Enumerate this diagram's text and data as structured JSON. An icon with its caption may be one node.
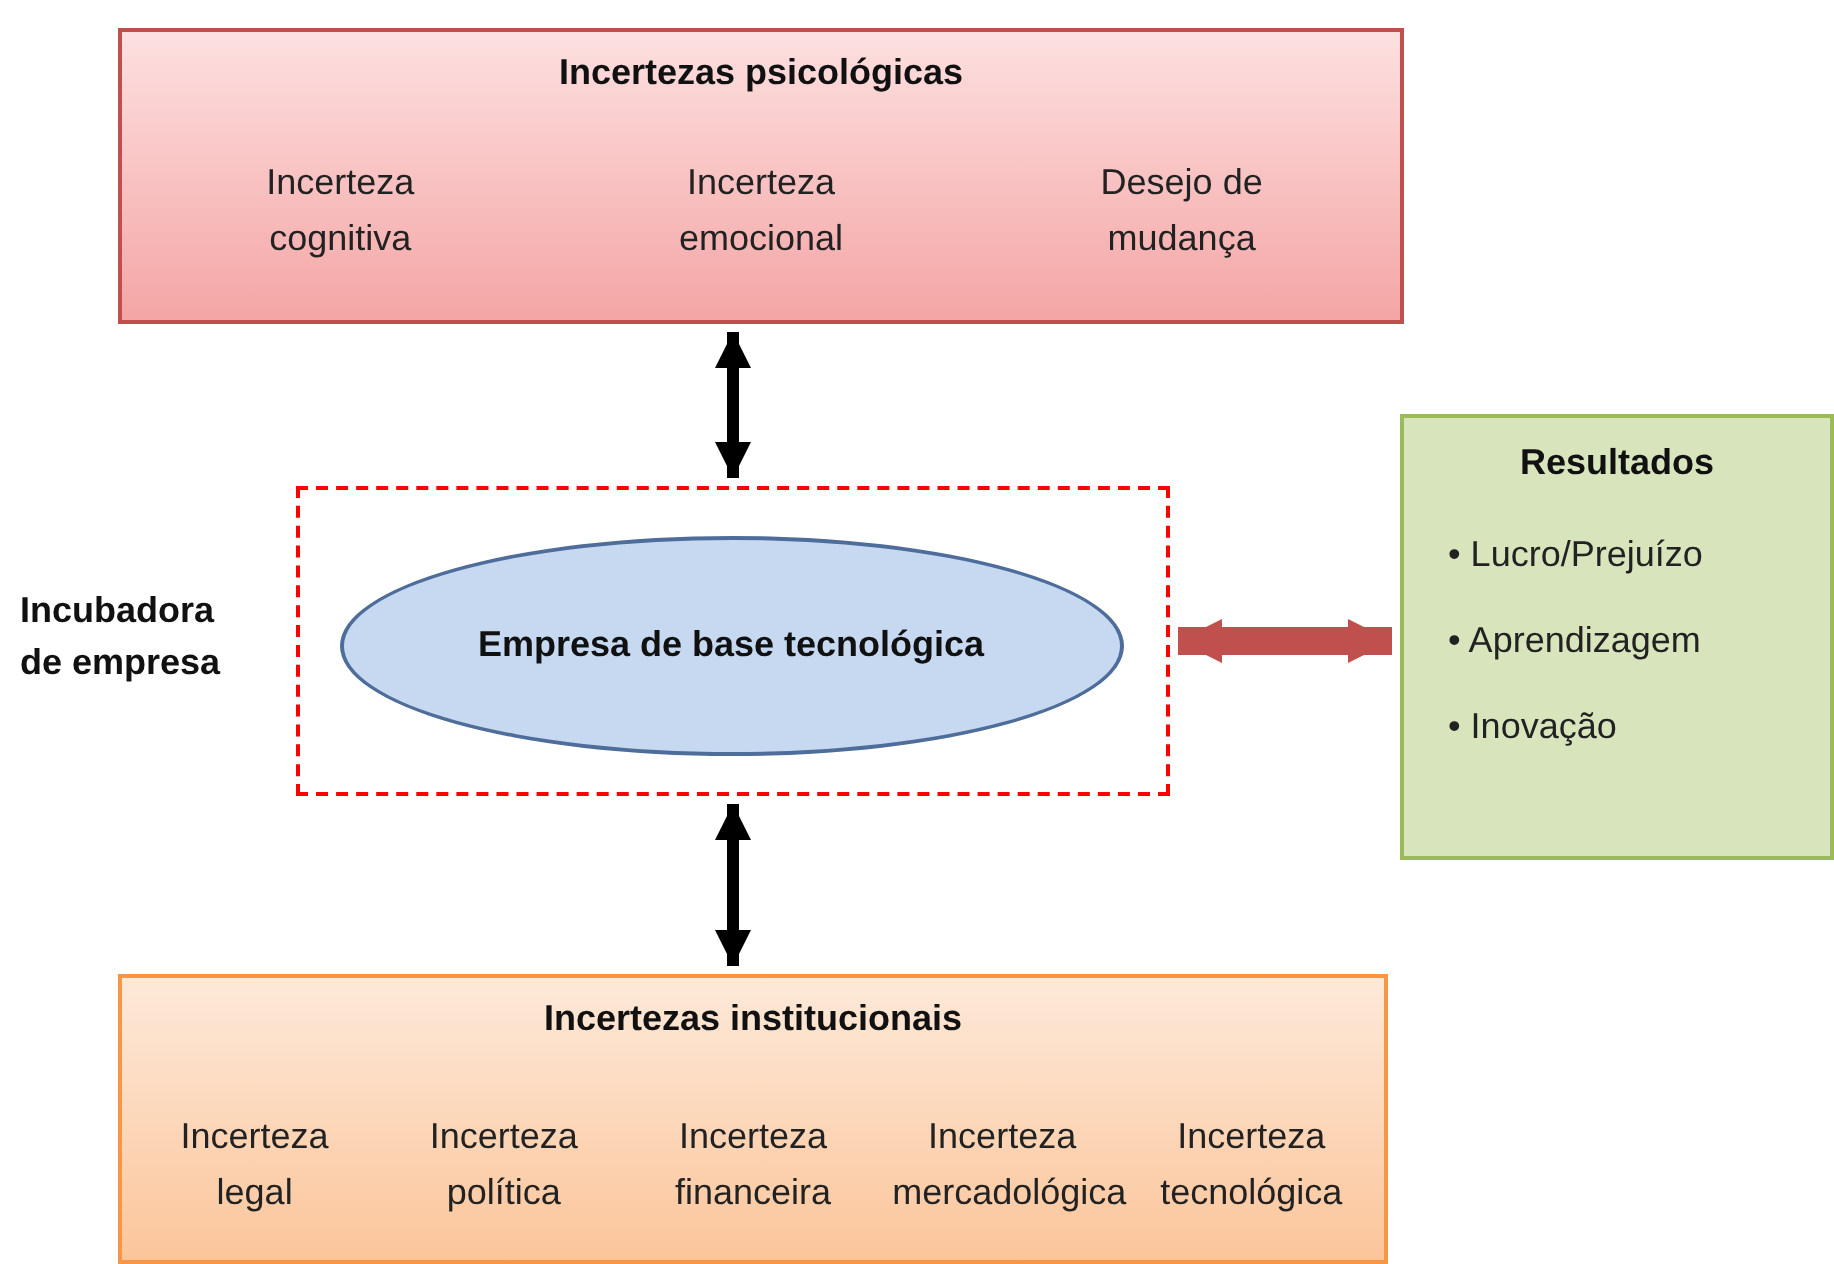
{
  "diagram": {
    "nodes": [
      {
        "text": [
          "Incertezas psicológicas",
          "Incerteza cognitiva",
          "Incerteza emocional",
          "Desejo de mudança"
        ]
      },
      {
        "text": [],
        "shape": "box",
        "beside": [
          "Incubadora de empresa"
        ]
      },
      {
        "text": [
          "Empresa de base tecnológica"
        ],
        "in": 1
      },
      {
        "text": [
          "Resultados",
          "• Lucro/Prejuízo",
          "• Aprendizagem",
          "• Inovação"
        ]
      },
      {
        "text": [
          "Incertezas institucionais",
          "Incerteza legal",
          "Incerteza política",
          "Incerteza financeira",
          "Incerteza mercadológica",
          "Incerteza tecnológica"
        ]
      }
    ],
    "edges": [
      {
        "from": 0,
        "to": 1,
        "arrow": "both"
      },
      {
        "from": 1,
        "to": 3,
        "arrow": "both",
        "style": "thick",
        "color": "#c0504d"
      },
      {
        "from": 1,
        "to": 4,
        "arrow": "both"
      }
    ]
  }
}
